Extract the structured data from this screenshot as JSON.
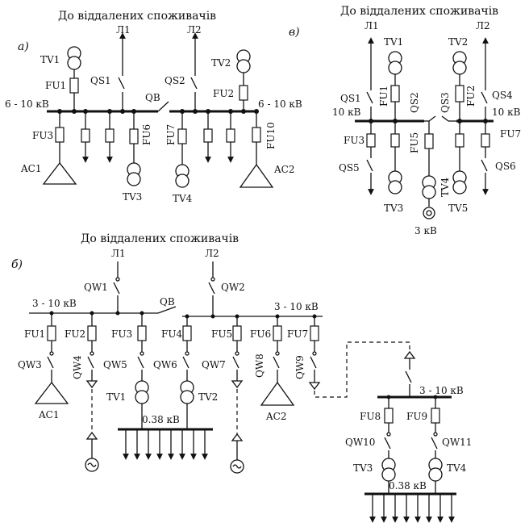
{
  "panel_a": {
    "letter": "а)",
    "title": "До віддалених споживачів",
    "line1": "Л1",
    "line2": "Л2",
    "tv1": "TV1",
    "tv2": "TV2",
    "tv3": "TV3",
    "tv4": "TV4",
    "fu1": "FU1",
    "fu2": "FU2",
    "fu3": "FU3",
    "fu6": "FU6",
    "fu7": "FU7",
    "fu10": "FU10",
    "qs1": "QS1",
    "qs2": "QS2",
    "qb": "QB",
    "ac1": "AC1",
    "ac2": "AC2",
    "bus_left": "6 - 10 кВ",
    "bus_right": "6 - 10 кВ"
  },
  "panel_b": {
    "letter": "в)",
    "title": "До віддалених споживачів",
    "line1": "Л1",
    "line2": "Л2",
    "tv1": "TV1",
    "tv2": "TV2",
    "tv3": "TV3",
    "tv4": "TV4",
    "tv5": "TV5",
    "fu1": "FU1",
    "fu2": "FU2",
    "fu3": "FU3",
    "fu5": "FU5",
    "fu7": "FU7",
    "qs1": "QS1",
    "qs2": "QS2",
    "qs3": "QS3",
    "qs4": "QS4",
    "qs5": "QS5",
    "qs6": "QS6",
    "bus_left": "10 кВ",
    "bus_right": "10 кВ",
    "gen_voltage": "3 кВ"
  },
  "panel_c": {
    "letter": "б)",
    "title": "До віддалених споживачів",
    "line1": "Л1",
    "line2": "Л2",
    "qw1": "QW1",
    "qw2": "QW2",
    "qw3": "QW3",
    "qw4": "QW4",
    "qw5": "QW5",
    "qw6": "QW6",
    "qw7": "QW7",
    "qw8": "QW8",
    "qw9": "QW9",
    "qw10": "QW10",
    "qw11": "QW11",
    "qb": "QB",
    "fu1": "FU1",
    "fu2": "FU2",
    "fu3": "FU3",
    "fu4": "FU4",
    "fu5": "FU5",
    "fu6": "FU6",
    "fu7": "FU7",
    "fu8": "FU8",
    "fu9": "FU9",
    "tv1": "TV1",
    "tv2": "TV2",
    "tv3": "TV3",
    "tv4": "TV4",
    "ac1": "AC1",
    "ac2": "AC2",
    "bus_left": "3 - 10 кВ",
    "bus_right": "3 - 10 кВ",
    "bus_remote": "3 - 10 кВ",
    "lv_bus": "0.38 кВ",
    "lv_bus_remote": "0.38 кВ"
  }
}
